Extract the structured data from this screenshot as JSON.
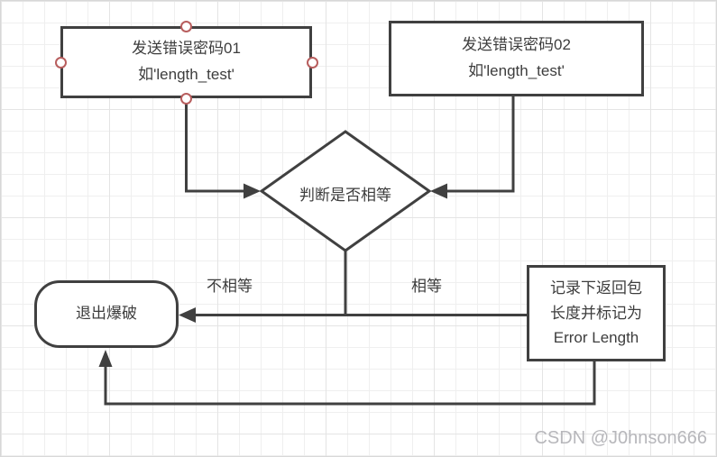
{
  "canvas": {
    "stroke_color": "#404040",
    "text_color": "#3d3d3d",
    "handle_ring_color": "#b85e5e",
    "grid_minor_color": "#efefef",
    "grid_major_color": "#e4e4e4",
    "watermark": "CSDN @J0hnson666"
  },
  "nodes": {
    "send_wrong_password_01": {
      "type": "process",
      "lines": [
        "发送错误密码01",
        "如'length_test'"
      ]
    },
    "send_wrong_password_02": {
      "type": "process",
      "lines": [
        "发送错误密码02",
        "如'length_test'"
      ]
    },
    "compare_decision": {
      "type": "decision",
      "label": "判断是否相等"
    },
    "exit_bruteforce": {
      "type": "terminator",
      "label": "退出爆破"
    },
    "record_error_length": {
      "type": "process",
      "lines": [
        "记录下返回包",
        "长度并标记为",
        "Error Length"
      ]
    }
  },
  "edge_labels": {
    "not_equal": "不相等",
    "equal": "相等"
  }
}
